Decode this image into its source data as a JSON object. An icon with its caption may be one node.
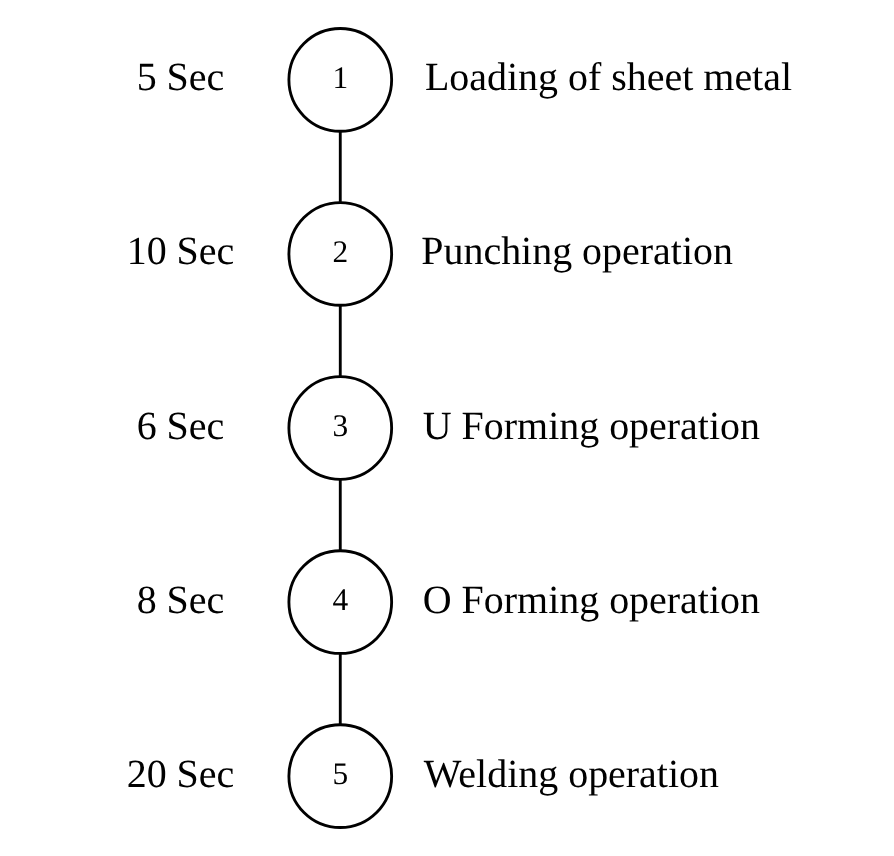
{
  "diagram": {
    "nodes": [
      {
        "text": [
          "1"
        ],
        "beside": [
          "5 Sec",
          "Loading of sheet metal"
        ]
      },
      {
        "text": [
          "2"
        ],
        "beside": [
          "10 Sec",
          "Punching operation"
        ]
      },
      {
        "text": [
          "3"
        ],
        "beside": [
          "6 Sec",
          "U Forming operation"
        ]
      },
      {
        "text": [
          "4"
        ],
        "beside": [
          "8 Sec",
          "O Forming operation"
        ]
      },
      {
        "text": [
          "5"
        ],
        "beside": [
          "20 Sec",
          "Welding operation"
        ]
      }
    ],
    "edges": [
      {
        "from": 0,
        "to": 1,
        "arrow": "none"
      },
      {
        "from": 1,
        "to": 2,
        "arrow": "none"
      },
      {
        "from": 2,
        "to": 3,
        "arrow": "none"
      },
      {
        "from": 3,
        "to": 4,
        "arrow": "none"
      }
    ]
  }
}
